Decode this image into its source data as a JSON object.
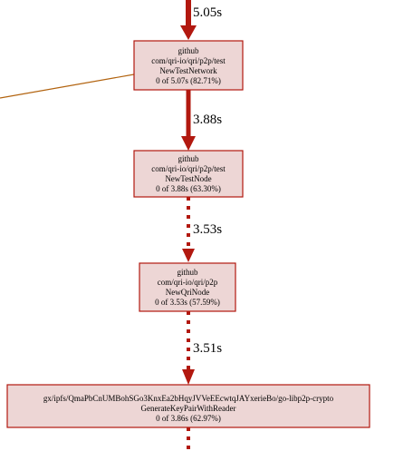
{
  "colors": {
    "node_fill": "#edd6d5",
    "node_border": "#b2180f",
    "edge_heavy": "#b2180f",
    "edge_side": "#b2630f"
  },
  "nodes": [
    {
      "id": "new-test-network",
      "lines": [
        "github",
        "com/qri-io/qri/p2p/test",
        "NewTestNetwork",
        "0 of 5.07s (82.71%)"
      ]
    },
    {
      "id": "new-test-node",
      "lines": [
        "github",
        "com/qri-io/qri/p2p/test",
        "NewTestNode",
        "0 of 3.88s (63.30%)"
      ]
    },
    {
      "id": "new-qri-node",
      "lines": [
        "github",
        "com/qri-io/qri/p2p",
        "NewQriNode",
        "0 of 3.53s (57.59%)"
      ]
    },
    {
      "id": "generate-key-pair",
      "lines": [
        "gx/ipfs/QmaPbCnUMBohSGo3KnxEa2bHqyJVVeEEcwtqJAYxerieBo/go-libp2p-crypto",
        "GenerateKeyPairWithReader",
        "0 of 3.86s (62.97%)"
      ]
    }
  ],
  "edges": [
    {
      "id": "edge-in",
      "label": "5.05s",
      "style": "solid"
    },
    {
      "id": "edge-network-to-node",
      "label": "3.88s",
      "style": "solid"
    },
    {
      "id": "edge-node-to-qrinode",
      "label": "3.53s",
      "style": "dotted"
    },
    {
      "id": "edge-qrinode-to-keypair",
      "label": "3.51s",
      "style": "dotted"
    },
    {
      "id": "edge-out",
      "label": "",
      "style": "dotted"
    },
    {
      "id": "edge-side",
      "label": "",
      "style": "solid"
    }
  ]
}
